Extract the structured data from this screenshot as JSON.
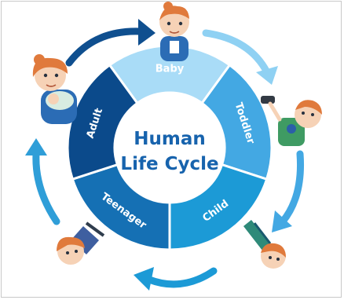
{
  "diagram": {
    "title_lines": [
      "Human",
      "Life Cycle"
    ],
    "stages": [
      {
        "label": "Baby",
        "color": "#a9dcf7"
      },
      {
        "label": "Toddler",
        "color": "#43a8e3"
      },
      {
        "label": "Child",
        "color": "#1c9ad6"
      },
      {
        "label": "Teenager",
        "color": "#1570b4"
      },
      {
        "label": "Adult",
        "color": "#0b4a8b"
      }
    ],
    "colors": {
      "title_text": "#1763ad",
      "arrow_dark": "#0f4f8f",
      "arrow_light": "#8fd1f3",
      "arrow_mid": "#2f9ed8",
      "hair": "#e07a3c",
      "skin": "#f6d2b6"
    },
    "illustrations": [
      "baby-figure",
      "toddler-figure",
      "child-figure",
      "teenager-figure",
      "adult-figure"
    ]
  }
}
